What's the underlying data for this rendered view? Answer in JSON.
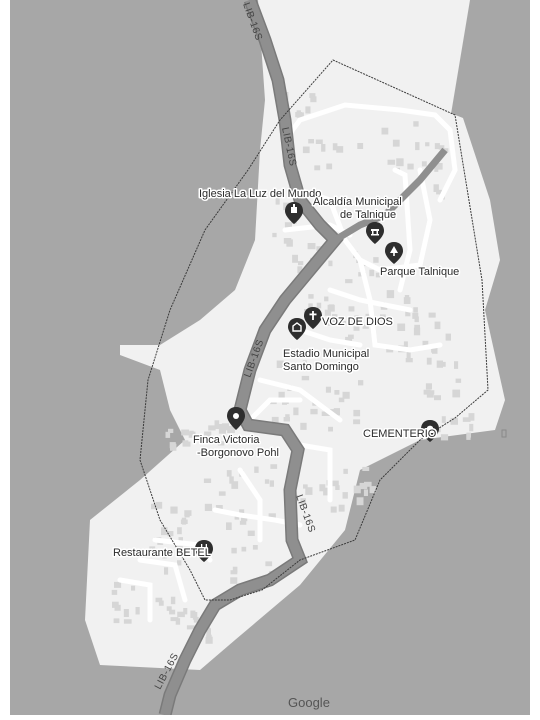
{
  "map": {
    "colors": {
      "outside_area": "#a7a7a7",
      "town_area": "#f1f1f1",
      "roads": "#ffffff",
      "highway": "#8f8f8f",
      "highway_casing": "#7a7a7a",
      "buildings": "#d6d6d6",
      "boundary": "#3a3a3a",
      "pin": "#2e2e2e",
      "frame": "#ffffff"
    },
    "road_labels": {
      "top": "LIB-16S",
      "north": "LIB-16S",
      "center": "LIB-16S",
      "south_east": "LIB-16S",
      "bottom": "LIB-16S"
    },
    "pois": {
      "iglesia": {
        "label": "Iglesia La Luz del Mundo",
        "icon": "church-icon"
      },
      "alcaldia": {
        "label_line1": "Alcaldía Municipal",
        "label_line2": "de Talnique",
        "icon": "government-icon"
      },
      "parque": {
        "label": "Parque Talnique",
        "icon": "tree-icon"
      },
      "voz": {
        "label": "VOZ DE DIOS",
        "icon": "cross-icon"
      },
      "estadio": {
        "label_line1": "Estadio Municipal",
        "label_line2": "Santo Domingo",
        "icon": "stadium-icon"
      },
      "finca": {
        "label_line1": "Finca Victoria",
        "label_line2": "-Borgonovo Pohl",
        "icon": "location-pin-icon"
      },
      "cementerio": {
        "label": "CEMENTERIO",
        "icon": "cemetery-icon"
      },
      "restaurante": {
        "label": "Restaurante BETEL",
        "icon": "restaurant-icon"
      }
    },
    "attribution": "Google"
  }
}
